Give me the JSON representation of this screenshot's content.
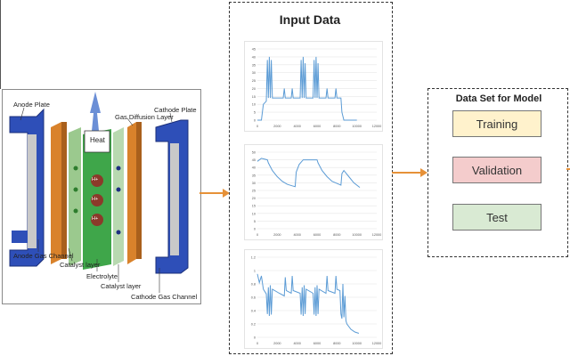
{
  "fuel_cell": {
    "labels": {
      "anode_plate": "Anode Plate",
      "heat": "Heat",
      "gas_diffusion_layer": "Gas Diffusion Layer",
      "cathode_plate": "Cathode Plate",
      "anode_gas_channel": "Anode Gas Channel",
      "catalyst_layer_left": "Catalyst layer",
      "electrolyte": "Electrolyte",
      "catalyst_layer_right": "Catalyst layer",
      "cathode_gas_channel": "Cathode Gas Channel"
    },
    "ions": [
      "H+",
      "H+",
      "H+"
    ]
  },
  "input_data": {
    "title": "Input Data",
    "charts": [
      {
        "type": "line",
        "y_ticks": [
          "45",
          "40",
          "35",
          "30",
          "25",
          "20",
          "15",
          "10",
          "5",
          "0"
        ],
        "x_ticks": [
          "0",
          "2000",
          "4000",
          "6000",
          "8000",
          "10000",
          "12000"
        ],
        "ylim": [
          0,
          45
        ],
        "xlim": [
          0,
          12000
        ],
        "color": "#5b9bd5",
        "points": [
          [
            0,
            0
          ],
          [
            400,
            0
          ],
          [
            600,
            10
          ],
          [
            900,
            12
          ],
          [
            1000,
            38
          ],
          [
            1100,
            14
          ],
          [
            1200,
            40
          ],
          [
            1300,
            14
          ],
          [
            1400,
            38
          ],
          [
            1500,
            14
          ],
          [
            1600,
            14
          ],
          [
            2600,
            14
          ],
          [
            2700,
            20
          ],
          [
            2800,
            14
          ],
          [
            3400,
            14
          ],
          [
            3500,
            20
          ],
          [
            3600,
            14
          ],
          [
            4300,
            14
          ],
          [
            4400,
            38
          ],
          [
            4500,
            14
          ],
          [
            4600,
            40
          ],
          [
            4700,
            14
          ],
          [
            4800,
            36
          ],
          [
            4900,
            14
          ],
          [
            5600,
            14
          ],
          [
            5700,
            38
          ],
          [
            5800,
            14
          ],
          [
            5900,
            40
          ],
          [
            6000,
            14
          ],
          [
            6100,
            36
          ],
          [
            6200,
            14
          ],
          [
            6900,
            14
          ],
          [
            7000,
            20
          ],
          [
            7100,
            14
          ],
          [
            7800,
            14
          ],
          [
            7900,
            20
          ],
          [
            8000,
            14
          ],
          [
            8400,
            14
          ],
          [
            8500,
            5
          ],
          [
            8700,
            0
          ],
          [
            10000,
            0
          ]
        ]
      },
      {
        "type": "line",
        "y_ticks": [
          "50",
          "45",
          "40",
          "35",
          "30",
          "25",
          "20",
          "15",
          "10",
          "5",
          "0"
        ],
        "x_ticks": [
          "0",
          "2000",
          "4000",
          "6000",
          "8000",
          "10000",
          "12000"
        ],
        "ylim": [
          0,
          50
        ],
        "xlim": [
          0,
          12000
        ],
        "color": "#5b9bd5",
        "points": [
          [
            0,
            44
          ],
          [
            400,
            46
          ],
          [
            1000,
            45
          ],
          [
            1100,
            43
          ],
          [
            1500,
            38
          ],
          [
            2000,
            34
          ],
          [
            2500,
            31
          ],
          [
            3000,
            29
          ],
          [
            3500,
            28
          ],
          [
            3800,
            27.5
          ],
          [
            3900,
            37
          ],
          [
            4200,
            42
          ],
          [
            4600,
            45
          ],
          [
            6000,
            45
          ],
          [
            6100,
            43
          ],
          [
            6500,
            38
          ],
          [
            7000,
            34
          ],
          [
            7500,
            31
          ],
          [
            8200,
            29
          ],
          [
            8400,
            28.5
          ],
          [
            8500,
            36
          ],
          [
            8700,
            38
          ],
          [
            9200,
            34
          ],
          [
            9700,
            30
          ],
          [
            10300,
            27
          ]
        ]
      },
      {
        "type": "line",
        "y_ticks": [
          "1.2",
          "1",
          "0.8",
          "0.6",
          "0.4",
          "0.2",
          "0"
        ],
        "x_ticks": [
          "0",
          "2000",
          "4000",
          "6000",
          "8000",
          "10000",
          "12000"
        ],
        "ylim": [
          0,
          1.2
        ],
        "xlim": [
          0,
          12000
        ],
        "color": "#5b9bd5",
        "points": [
          [
            0,
            0.95
          ],
          [
            200,
            0.82
          ],
          [
            400,
            0.92
          ],
          [
            600,
            0.72
          ],
          [
            900,
            0.65
          ],
          [
            1000,
            0.35
          ],
          [
            1100,
            0.75
          ],
          [
            1200,
            0.32
          ],
          [
            1300,
            0.78
          ],
          [
            1400,
            0.34
          ],
          [
            1500,
            0.72
          ],
          [
            2200,
            0.66
          ],
          [
            2700,
            0.62
          ],
          [
            2800,
            0.9
          ],
          [
            2900,
            0.7
          ],
          [
            3400,
            0.66
          ],
          [
            3500,
            0.92
          ],
          [
            3600,
            0.7
          ],
          [
            4300,
            0.66
          ],
          [
            4400,
            0.34
          ],
          [
            4500,
            0.75
          ],
          [
            4600,
            0.32
          ],
          [
            4700,
            0.78
          ],
          [
            4800,
            0.35
          ],
          [
            4900,
            0.72
          ],
          [
            5600,
            0.66
          ],
          [
            5700,
            0.34
          ],
          [
            5800,
            0.75
          ],
          [
            5900,
            0.32
          ],
          [
            6000,
            0.78
          ],
          [
            6100,
            0.35
          ],
          [
            6200,
            0.72
          ],
          [
            6900,
            0.66
          ],
          [
            7000,
            0.92
          ],
          [
            7100,
            0.7
          ],
          [
            7800,
            0.66
          ],
          [
            7900,
            0.92
          ],
          [
            8000,
            0.72
          ],
          [
            8300,
            0.7
          ],
          [
            8400,
            0.35
          ],
          [
            8500,
            0.28
          ],
          [
            8600,
            0.8
          ],
          [
            8700,
            0.3
          ],
          [
            8800,
            0.62
          ],
          [
            8900,
            0.25
          ],
          [
            9000,
            0.2
          ],
          [
            9400,
            0.12
          ],
          [
            9800,
            0.08
          ],
          [
            10200,
            0.06
          ]
        ]
      }
    ]
  },
  "dataset": {
    "title": "Data Set for Model",
    "items": [
      {
        "label": "Training",
        "color": "#fff2cc"
      },
      {
        "label": "Validation",
        "color": "#f4cccc"
      },
      {
        "label": "Test",
        "color": "#d9ead3"
      }
    ]
  },
  "arrow_color": "#e69138"
}
